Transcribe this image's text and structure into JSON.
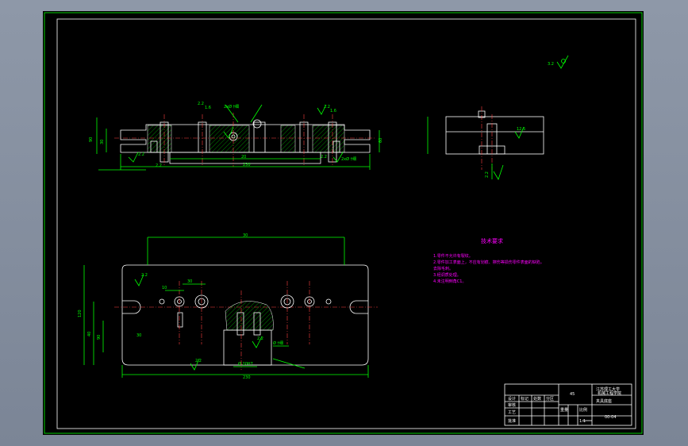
{
  "drawing": {
    "roughness_top": "3.2",
    "front_view": {
      "dims": [
        "2.2",
        "1.6",
        "2.2",
        "1.6",
        "90",
        "30",
        "230",
        "20",
        "2.2",
        "2.2",
        "2.2",
        "60"
      ],
      "notes": [
        "2xØ †细",
        "2xØ †细"
      ]
    },
    "side_view": {
      "dims": [
        "12.5",
        "2.2"
      ]
    },
    "top_view": {
      "dims": [
        "30",
        "120",
        "40",
        "90",
        "30",
        "10",
        "230",
        "30",
        "2.2",
        "2.2",
        "2.2"
      ],
      "notes": [
        "Ø 20H7",
        "Ø †细"
      ]
    },
    "tech_req": {
      "title": "技术要求",
      "items": [
        "1.零件不允许有裂纹。",
        "2.零件加工表面上，不应有划痕、擦伤等损伤零件表面的缺陷，",
        "   去除毛刺。",
        "3.经调质处理。",
        "4.未注明倒角C1。"
      ]
    },
    "title_block": {
      "school": "江苏理工大学",
      "dept": "机械工程学院",
      "material": "45",
      "part_name": "夹具底座",
      "drawing_no": "00-04",
      "scale": "1:1",
      "cells": [
        "设计",
        "审核",
        "工艺",
        "批准",
        "标记",
        "处数",
        "分区",
        "重量",
        "比例"
      ]
    }
  }
}
